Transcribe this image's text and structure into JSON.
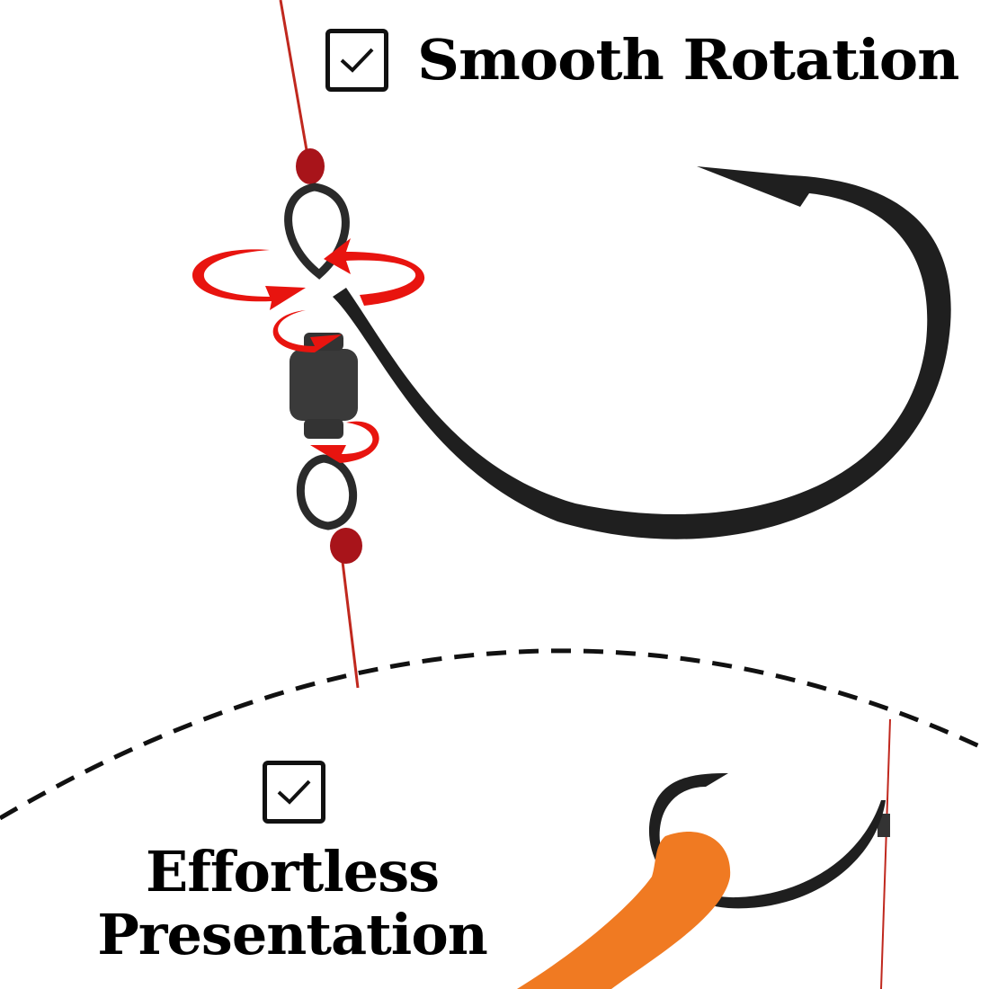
{
  "features": [
    {
      "label": "Smooth Rotation",
      "icon": "checkbox-checked-icon"
    },
    {
      "label_line1": "Effortless",
      "label_line2": "Presentation",
      "icon": "checkbox-checked-icon"
    }
  ],
  "colors": {
    "line": "#c0281e",
    "hook": "#1e1e1e",
    "arrow": "#e8140f",
    "worm": "#f07a22"
  }
}
